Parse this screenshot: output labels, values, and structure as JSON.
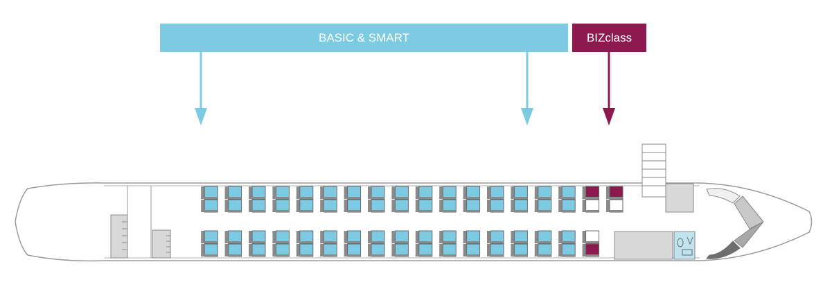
{
  "legend": {
    "basic_smart_label": "BASIC & SMART",
    "bizclass_label": "BIZclass"
  },
  "colors": {
    "basic_smart": "#7ccbe2",
    "bizclass": "#8c1a4f",
    "seat_back": "#8a8a8a",
    "cabin_outline": "#9a9a9a",
    "galley": "#d8d8d8"
  },
  "seat_map": {
    "rows_total": 18,
    "window_row_A": [
      "biz",
      "biz",
      "basic",
      "basic",
      "basic",
      "basic",
      "basic",
      "basic",
      "basic",
      "basic",
      "basic",
      "basic",
      "basic",
      "basic",
      "basic",
      "basic",
      "basic",
      "basic"
    ],
    "window_row_B": [
      "free",
      "free",
      "basic",
      "basic",
      "basic",
      "basic",
      "basic",
      "basic",
      "basic",
      "basic",
      "basic",
      "basic",
      "basic",
      "basic",
      "basic",
      "basic",
      "basic",
      "basic"
    ],
    "window_row_C": [
      "none",
      "free",
      "basic",
      "basic",
      "basic",
      "basic",
      "basic",
      "basic",
      "basic",
      "basic",
      "basic",
      "basic",
      "basic",
      "basic",
      "basic",
      "basic",
      "basic",
      "basic"
    ],
    "window_row_D": [
      "none",
      "biz",
      "basic",
      "basic",
      "basic",
      "basic",
      "basic",
      "basic",
      "basic",
      "basic",
      "basic",
      "basic",
      "basic",
      "basic",
      "basic",
      "basic",
      "basic",
      "basic"
    ]
  }
}
